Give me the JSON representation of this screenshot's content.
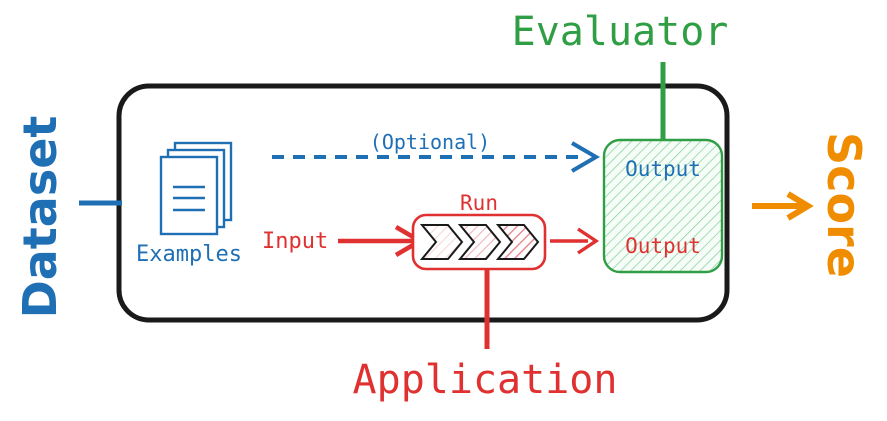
{
  "diagram": {
    "title_outer_left": "Dataset",
    "title_outer_top": "Evaluator",
    "title_outer_bottom": "Application",
    "title_outer_right": "Score",
    "examples_label": "Examples",
    "optional_label": "(Optional)",
    "run_label": "Run",
    "input_label": "Input",
    "output_label_top": "Output",
    "output_label_bottom": "Output",
    "icons": {
      "examples": "stacked-documents-icon",
      "pipeline": "triple-chevron-icon",
      "optional_arrow": "dashed-arrow-right-icon",
      "input_arrow": "arrow-right-icon",
      "run_output_arrow": "arrow-right-icon",
      "score_arrow": "arrow-right-icon",
      "dataset_connector": "connector-line-icon",
      "evaluator_connector": "connector-line-icon",
      "application_connector": "connector-line-icon"
    },
    "colors": {
      "blue": "#1f6fb5",
      "red": "#e03131",
      "green": "#2f9e44",
      "orange": "#f08c00",
      "black": "#1a1a1a",
      "green_fill": "#f2fbf4",
      "red_chevron_1": "#fdeff0",
      "red_chevron_2": "#fbdfe2",
      "red_chevron_3": "#f7c6ca",
      "white": "#ffffff"
    }
  }
}
